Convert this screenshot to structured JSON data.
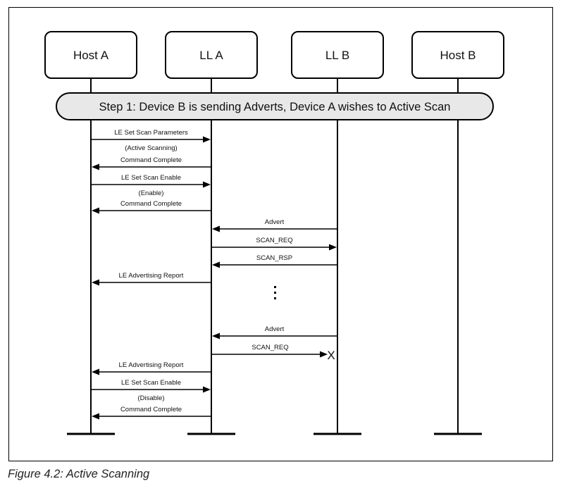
{
  "actors": [
    {
      "id": "host_a",
      "label": "Host A"
    },
    {
      "id": "ll_a",
      "label": "LL A"
    },
    {
      "id": "ll_b",
      "label": "LL B"
    },
    {
      "id": "host_b",
      "label": "Host B"
    }
  ],
  "step": {
    "label": "Step 1: Device B is sending Adverts, Device A wishes to Active Scan"
  },
  "messages": [
    {
      "from": "host_a",
      "to": "ll_a",
      "label": "LE Set Scan Parameters",
      "sublabel": "(Active Scanning)"
    },
    {
      "from": "ll_a",
      "to": "host_a",
      "label": "Command Complete"
    },
    {
      "from": "host_a",
      "to": "ll_a",
      "label": "LE Set Scan Enable",
      "sublabel": "(Enable)"
    },
    {
      "from": "ll_a",
      "to": "host_a",
      "label": "Command Complete"
    },
    {
      "from": "ll_b",
      "to": "ll_a",
      "label": "Advert"
    },
    {
      "from": "ll_a",
      "to": "ll_b",
      "label": "SCAN_REQ"
    },
    {
      "from": "ll_b",
      "to": "ll_a",
      "label": "SCAN_RSP"
    },
    {
      "from": "ll_a",
      "to": "host_a",
      "label": "LE Advertising Report"
    },
    {
      "from": "ll_b",
      "to": "ll_a",
      "label": "Advert"
    },
    {
      "from": "ll_a",
      "to": "ll_b",
      "label": "SCAN_REQ",
      "lost": true,
      "lost_mark": "X"
    },
    {
      "from": "ll_a",
      "to": "host_a",
      "label": "LE Advertising Report"
    },
    {
      "from": "host_a",
      "to": "ll_a",
      "label": "LE Set Scan Enable",
      "sublabel": "(Disable)"
    },
    {
      "from": "ll_a",
      "to": "host_a",
      "label": "Command Complete"
    }
  ],
  "caption": "Figure 4.2:  Active Scanning"
}
